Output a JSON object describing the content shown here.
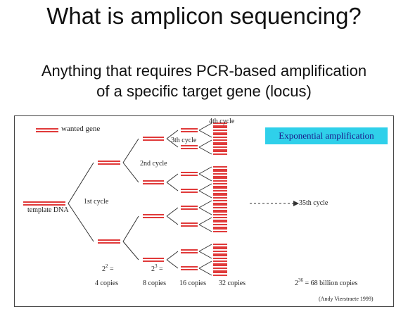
{
  "slide": {
    "title": "What is amplicon sequencing?",
    "subtitle_line1": "Anything that requires PCR-based amplification",
    "subtitle_line2": "of a specific target gene (locus)"
  },
  "diagram": {
    "legend_label": "wanted gene",
    "template_label": "template DNA",
    "cycles": [
      "1st cycle",
      "2nd cycle",
      "3th cycle",
      "4th cycle"
    ],
    "far_cycle": "35th cycle",
    "badge": "Exponential amplification",
    "counts": {
      "c4_base": "2",
      "c4_exp": "2",
      "c4_eq": "=",
      "c4_text": "4 copies",
      "c8_base": "2",
      "c8_exp": "3",
      "c8_eq": "=",
      "c8_text": "8 copies",
      "c16_text": "16 copies",
      "c32_text": "32 copies",
      "big_base": "2",
      "big_exp": "36",
      "big_text": "= 68 billion copies"
    },
    "credit": "(Andy Vierstraete 1999)"
  },
  "colors": {
    "gene": "#e03a3a",
    "badge_bg": "#2fd0ea",
    "badge_text": "#1a1a8a",
    "lines": "#333333"
  }
}
